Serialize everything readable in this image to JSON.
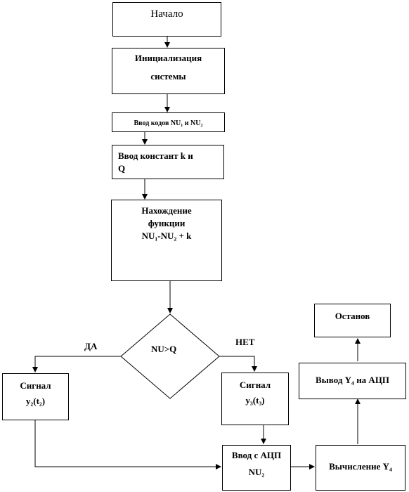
{
  "nodes": {
    "start": "Начало",
    "init_line1": "Инициализация",
    "init_line2": "системы",
    "input_codes": "Ввод кодов NU₁ и NU₂",
    "input_consts_line1": "Ввод констант k и",
    "input_consts_line2": "Q",
    "find_line1": "Нахождение",
    "find_line2": "функции",
    "find_line3": "NU₁-NU₂ + k",
    "decision": "NU>Q",
    "signal_y2_line1": "Сигнал",
    "signal_y2_line2": "y₂(t₂)",
    "signal_y3_line1": "Сигнал",
    "signal_y3_line2": "y₃(t₃)",
    "adc_line1": "Ввод с АЦП",
    "adc_line2": "NU₂",
    "compute": "Вычисление Y₄",
    "output": "Вывод Y₄ на АЦП",
    "stop": "Останов"
  },
  "labels": {
    "yes": "ДА",
    "no": "НЕТ"
  }
}
